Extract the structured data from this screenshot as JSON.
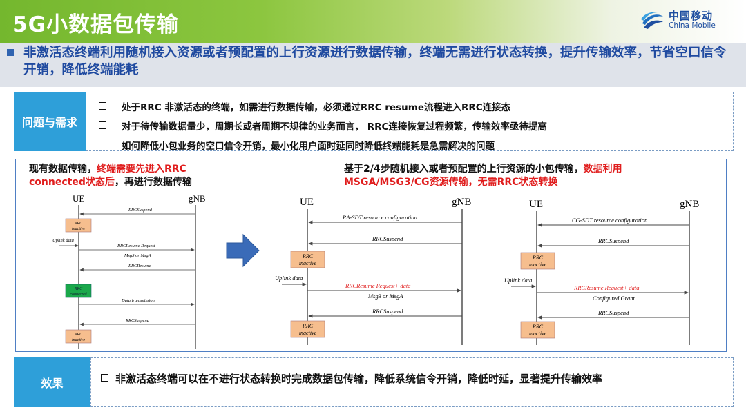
{
  "header": {
    "title": "5G小数据包传输",
    "logo_cn": "中国移动",
    "logo_en": "China Mobile",
    "brand_color": "#1f4fa0"
  },
  "summary": "非激活态终端利用随机接入资源或者预配置的上行资源进行数据传输，终端无需进行状态转换，提升传输效率，节省空口信令开销，降低终端能耗",
  "problem": {
    "label": "问题与需求",
    "items": [
      "处于RRC 非激活态的终端，如需进行数据传输，必须通过RRC resume流程进入RRC连接态",
      "对于待传输数据量少，周期长或者周期不规律的业务而言， RRC连接恢复过程频繁，传输效率亟待提高",
      "如何降低小包业务的空口信令开销，最小化用户面时延同时降低终端能耗是急需解决的问题"
    ]
  },
  "diagram": {
    "left_caption": {
      "part1": "现有数据传输，",
      "part2_red": "终端需要先进入RRC connected状态后",
      "part3": "，再进行数据传输"
    },
    "right_caption": {
      "part1": "基于2/4步随机接入或者预配置的上行资源的小包传输，",
      "part2_red": "数据利用MSGA/MSG3/CG资源传输，无需RRC状态转换"
    },
    "seq1": {
      "ue": "UE",
      "gnb": "gNB",
      "rrc_suspend": "RRCSuspend",
      "rrc_inactive_1": "RRC",
      "rrc_inactive_2": "inactive",
      "uplink_data": "Uplink data",
      "resume_req": "RRCResume Request",
      "msg3": "Msg3 or MsgA",
      "resume": "RRCResume",
      "connected_1": "RRC",
      "connected_2": "connected",
      "data_tx": "Data transmission"
    },
    "seq2": {
      "ue": "UE",
      "gnb": "gNB",
      "config": "RA-SDT resource configuration",
      "rrc_suspend": "RRCSuspend",
      "rrc_1": "RRC",
      "inactive": "inactive",
      "uplink_data": "Uplink data",
      "resume_data": "RRCResume Request+ data",
      "msg3": "Msg3 or MsgA"
    },
    "seq3": {
      "ue": "UE",
      "gnb": "gNB",
      "config": "CG-SDT resource configuration",
      "rrc_suspend": "RRCSuspend",
      "rrc_1": "RRC",
      "inactive": "inactive",
      "uplink_data": "Uplink data",
      "resume_data": "RRCResume Request+ data",
      "grant": "Configured Grant"
    },
    "colors": {
      "inactive_box": "#f6be8e",
      "connected_box": "#1aa84a",
      "red_text": "#e01e1e"
    }
  },
  "effect": {
    "label": "效果",
    "text": "非激活态终端可以在不进行状态转换时完成数据包传输，降低系统信令开销，降低时延，显著提升传输效率"
  }
}
